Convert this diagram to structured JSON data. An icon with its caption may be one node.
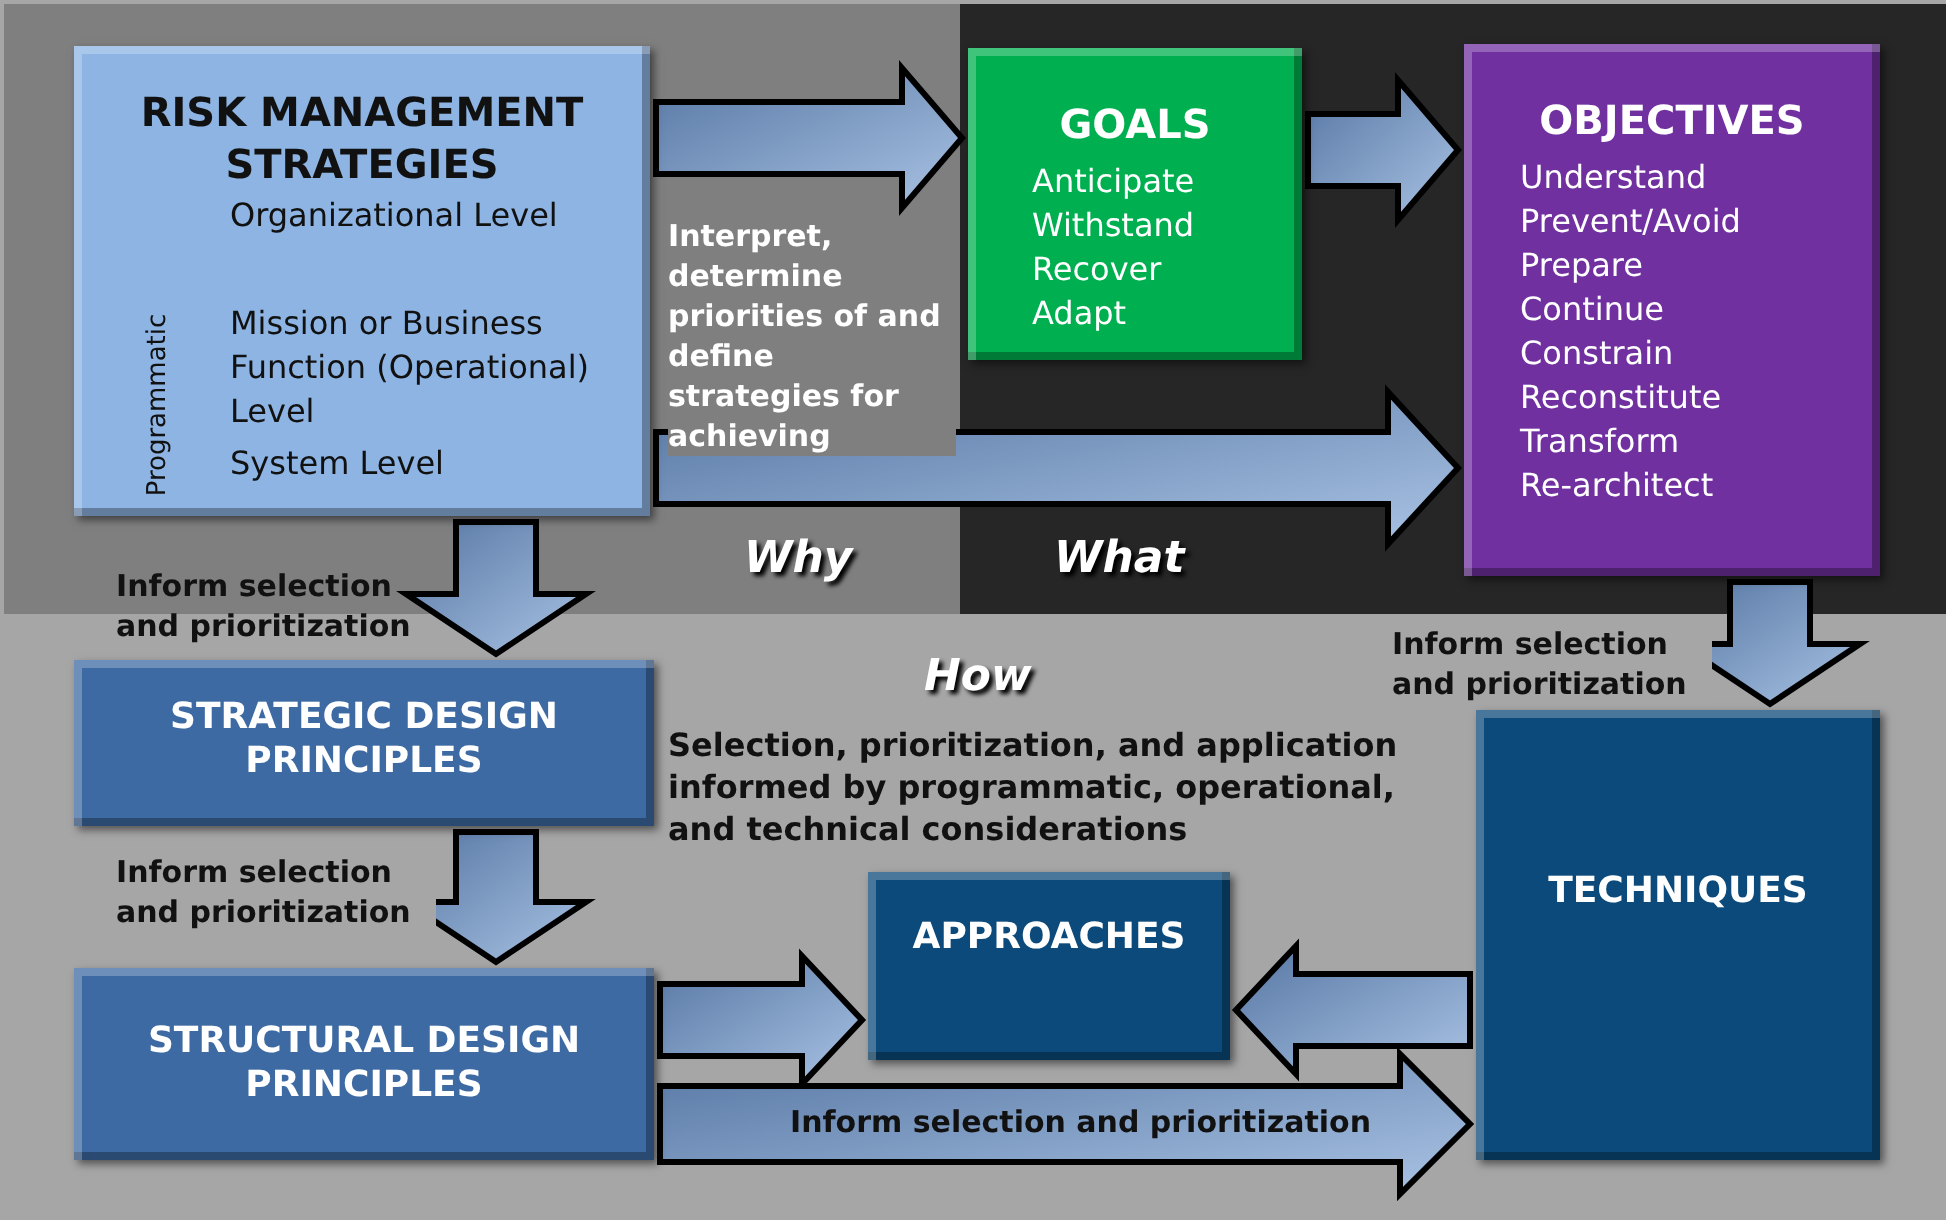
{
  "diagram": {
    "nodes": [
      {
        "text": [
          "RISK MANAGEMENT STRATEGIES",
          "Organizational Level",
          "Programmatic",
          "Mission or Business Function (Operational) Level",
          "System Level"
        ]
      },
      {
        "text": [
          "GOALS",
          "Anticipate",
          "Withstand",
          "Recover",
          "Adapt"
        ]
      },
      {
        "text": [
          "OBJECTIVES",
          "Understand",
          "Prevent/Avoid",
          "Prepare",
          "Continue",
          "Constrain",
          "Reconstitute",
          "Transform",
          "Re-architect"
        ]
      },
      {
        "text": [
          "STRATEGIC DESIGN PRINCIPLES"
        ]
      },
      {
        "text": [
          "STRUCTURAL DESIGN PRINCIPLES"
        ]
      },
      {
        "text": [
          "APPROACHES"
        ]
      },
      {
        "text": [
          "TECHNIQUES"
        ]
      }
    ],
    "edges": [
      {
        "from": 0,
        "to": 1,
        "arrow": "to"
      },
      {
        "from": 1,
        "to": 2,
        "arrow": "to"
      },
      {
        "from": 0,
        "to": 2,
        "arrow": "to",
        "label": "Interpret, determine priorities of and define strategies for achieving"
      },
      {
        "from": 0,
        "to": 3,
        "arrow": "to",
        "label": "Inform selection and prioritization"
      },
      {
        "from": 3,
        "to": 4,
        "arrow": "to",
        "label": "Inform selection and prioritization"
      },
      {
        "from": 2,
        "to": 6,
        "arrow": "to",
        "label": "Inform selection and prioritization"
      },
      {
        "from": 4,
        "to": 5,
        "arrow": "to"
      },
      {
        "from": 6,
        "to": 5,
        "arrow": "to"
      },
      {
        "from": 4,
        "to": 6,
        "arrow": "to",
        "label": "Inform selection and prioritization"
      }
    ],
    "labels": [
      "Why",
      "What",
      "How",
      "Selection, prioritization, and application informed by programmatic, operational, and technical considerations"
    ]
  }
}
